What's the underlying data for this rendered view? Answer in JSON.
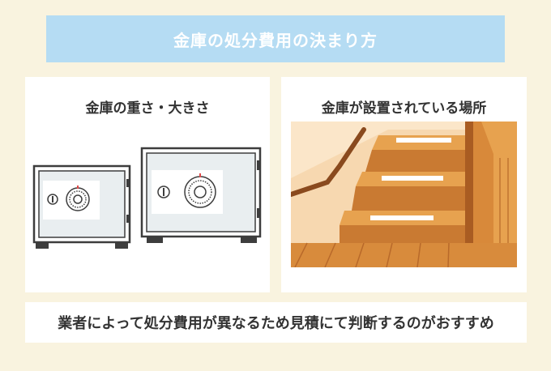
{
  "banner": {
    "title": "金庫の処分費用の決まり方"
  },
  "panels": [
    {
      "title": "金庫の重さ・大きさ",
      "illustration": "two-safes-illustration"
    },
    {
      "title": "金庫が設置されている場所",
      "illustration": "staircase-illustration"
    }
  ],
  "footer": {
    "text": "業者によって処分費用が異なるため見積にて判断するのがおすすめ"
  },
  "colors": {
    "background": "#f9f3df",
    "banner": "#b5dcf3",
    "panel": "#ffffff",
    "text": "#333333",
    "safe_body": "#e9eef0",
    "safe_outline": "#3d3d3d",
    "dial_accent": "#e24a4a",
    "wood_light": "#e7a24f",
    "wood_dark": "#b8692a"
  }
}
